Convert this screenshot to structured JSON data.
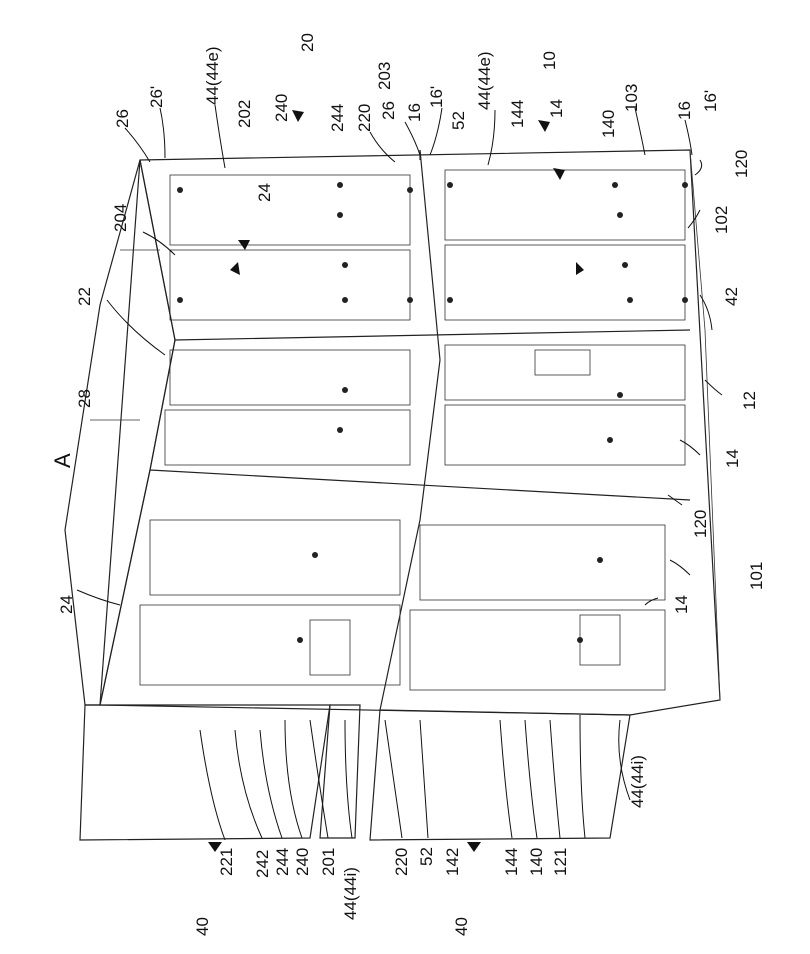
{
  "figure": {
    "view_label": "A",
    "labels": {
      "l20": "20",
      "l10": "10",
      "l203": "203",
      "l103": "103",
      "l26a": "26",
      "l26p": "26'",
      "l44e_a": "44(44e)",
      "l202": "202",
      "l240a": "240",
      "l244a": "244",
      "l220a": "220",
      "l26b": "26",
      "l16a": "16",
      "l16p_a": "16'",
      "l52a": "52",
      "l44e_b": "44(44e)",
      "l144a": "144",
      "l14a": "14",
      "l140a": "140",
      "l16b": "16",
      "l16p_b": "16'",
      "l120a": "120",
      "l102": "102",
      "l204": "204",
      "l24a": "24",
      "l22": "22",
      "l42": "42",
      "l28": "28",
      "l12": "12",
      "l14b": "14",
      "l120b": "120",
      "l101": "101",
      "l14c": "14",
      "l24b": "24",
      "l44i_a": "44(44i)",
      "l221": "221",
      "l242": "242",
      "l244b": "244",
      "l240b": "240",
      "l201": "201",
      "l220b": "220",
      "l52b": "52",
      "l142": "142",
      "l144b": "144",
      "l140b": "140",
      "l121": "121",
      "l44i_b": "44(44i)",
      "l40a": "40",
      "l40b": "40"
    }
  }
}
